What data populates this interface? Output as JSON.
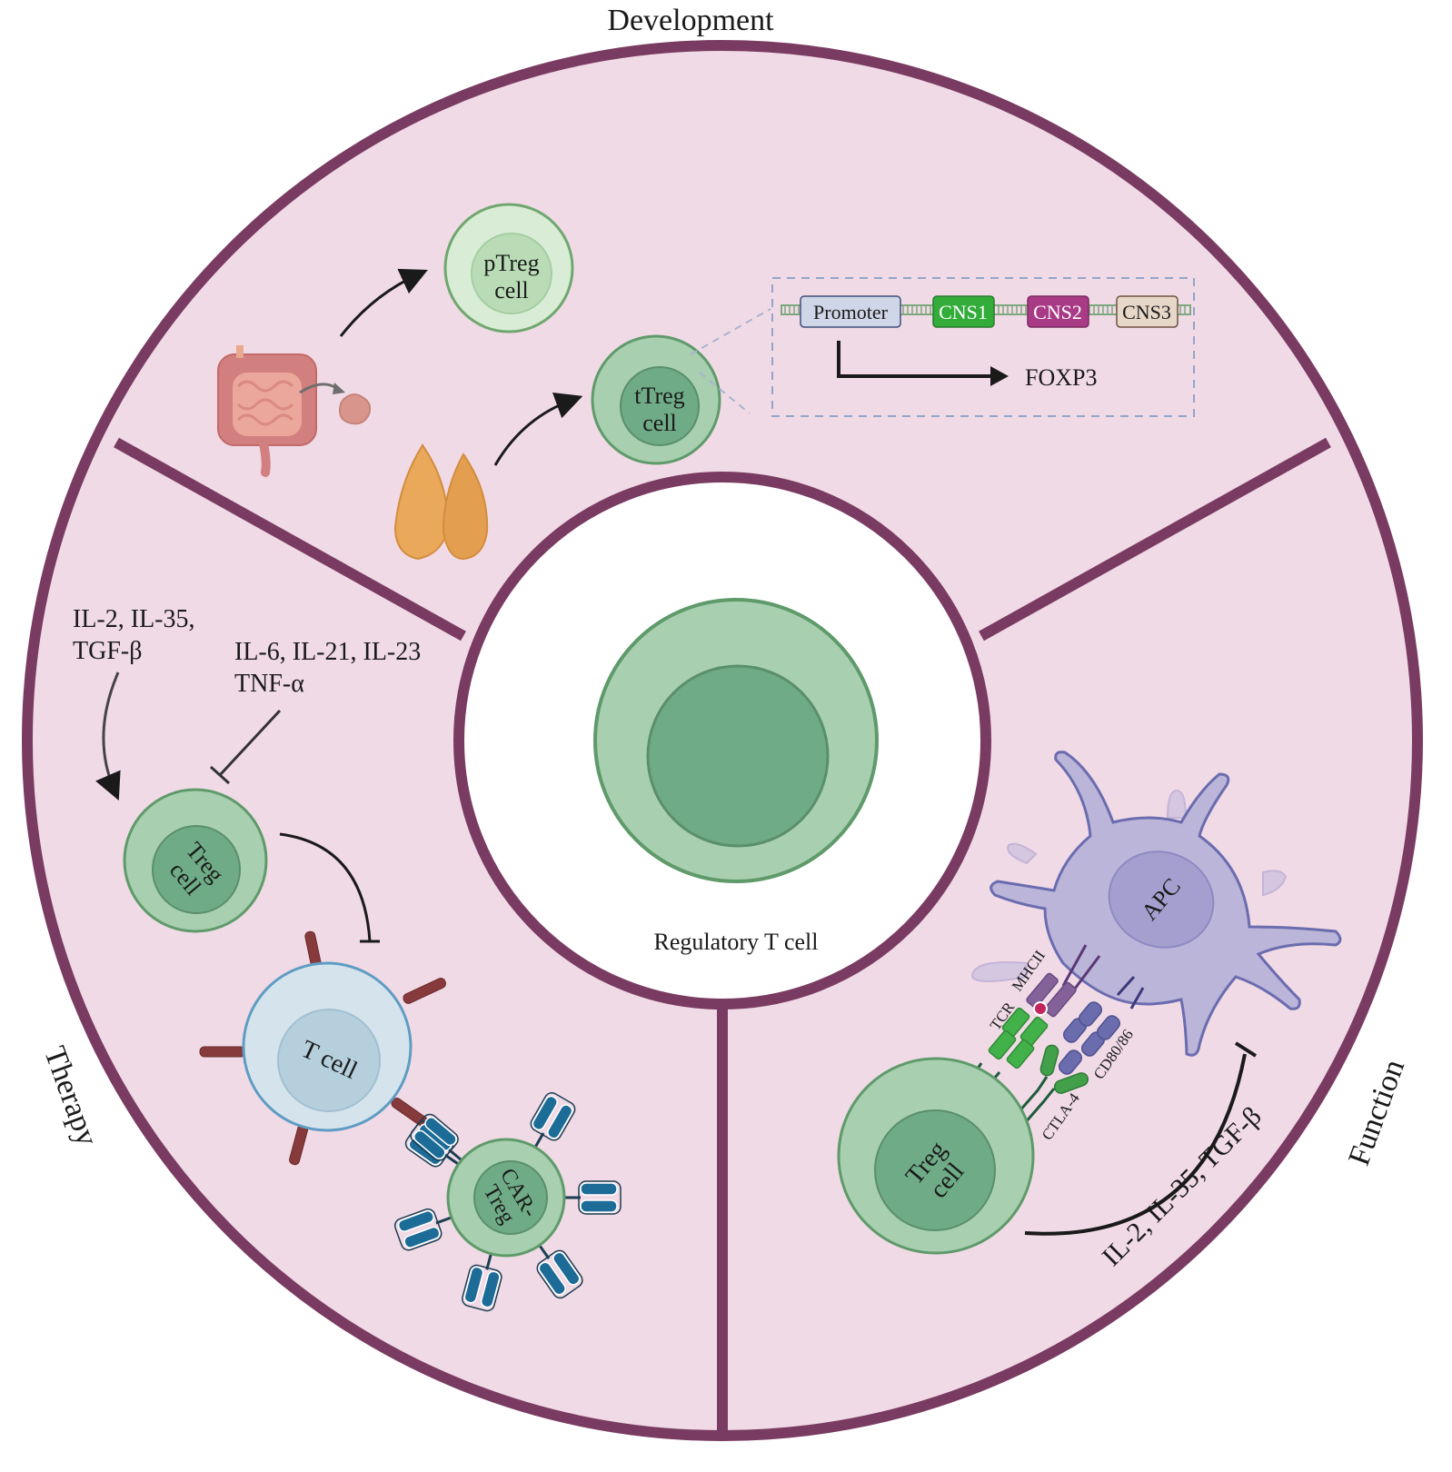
{
  "title": "Regulatory T cell",
  "sections": {
    "development": {
      "label": "Development",
      "ptreg": [
        "pTreg",
        "cell"
      ],
      "ttreg": [
        "tTreg",
        "cell"
      ],
      "gene": {
        "elements": [
          "Promoter",
          "CNS1",
          "CNS2",
          "CNS3"
        ],
        "product": "FOXP3"
      },
      "organs": [
        "intestine",
        "lymph-node",
        "thymus"
      ]
    },
    "therapy": {
      "label": "Therapy",
      "promoting_cytokines": [
        "IL-2, IL-35,",
        "TGF-β"
      ],
      "inhibiting_cytokines": [
        "IL-6, IL-21, IL-23",
        "TNF-α"
      ],
      "treg": [
        "Treg",
        "cell"
      ],
      "tcell": "T cell",
      "cartreg": [
        "CAR-",
        "Treg"
      ]
    },
    "function": {
      "label": "Function",
      "apc": "APC",
      "treg": [
        "Treg",
        "cell"
      ],
      "receptors": [
        "TCR",
        "MHCII",
        "CTLA-4",
        "CD80/86"
      ],
      "cytokines": "IL-2, IL-35, TGF-β"
    }
  },
  "colors": {
    "ring": "#7a3b62",
    "sector_bg": "#f0dae6",
    "cell_outer": "#a8cfb0",
    "cell_inner": "#6fab86",
    "cell_stroke": "#5f9a6a",
    "ptreg_outer": "#d9ecd6",
    "ptreg_inner": "#b9dcb6",
    "tcell_outer": "#d5e4ec",
    "tcell_inner": "#b5cfdc",
    "tcell_stroke": "#5f9cc3",
    "apc_body": "#bcb5da",
    "apc_nucleus": "#a59fcf",
    "apc_stroke": "#6a6cae",
    "promoter": "#cfd6e8",
    "cns1": "#33ac3a",
    "cns2": "#a93b86",
    "cns3": "#e7d7c8",
    "receptor_blue": "#1d6c98",
    "spike": "#873a3b"
  }
}
